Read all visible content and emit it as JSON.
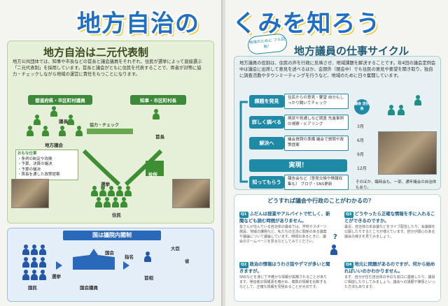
{
  "header": {
    "title_left": "地方自治のし",
    "title_right": "くみを知ろう"
  },
  "left_page": {
    "section_title": "地方自治は二元代表制",
    "intro": "地方公共団体では、知事や市長などの首長と議会議員をそれぞれ、住民が選挙によって直接選ぶ「二元代表制」を採用しています。首長と議会がともに住民を代表することで、両者が対等に協力・チェックしながら地域の運営に責任をもつことになります。",
    "council_banner": "都道府県・市区町村議員",
    "mayor_banner": "知事・市区町村長",
    "chair_label": "議長",
    "assembly_label": "地方議会",
    "cooperation_label": "協力・チェック",
    "mayor_label": "首長",
    "office_label": "役所",
    "election_label": "選挙",
    "residents_label": "住民",
    "duties_title": "おもな仕事",
    "duties": [
      "・条例の制定や改廃",
      "・予算、決算の議決",
      "・予算の議決",
      "・首長を通した政策提案"
    ],
    "national": {
      "banner": "国は議院内閣制",
      "citizens_label": "国民",
      "election_label": "選挙",
      "diet_members_label": "国会議員",
      "diet_label": "国会",
      "nominate_label": "指名",
      "pm_label": "首相",
      "minister_label": "大臣",
      "ministry_label": "省"
    }
  },
  "right_page": {
    "speech_bubble": "地域のために フル回転！",
    "section_title": "地方議員の仕事サイクル",
    "intro": "地方議員の役割は、住民の声を行政に反映させ、地域課題を解決することです。年4回の議会定例会中は議会に出席して意見を述べるほか、会期外（閉会中）でも住民の意見や要望を聞き取り、独自に調査活動やタウンミーティングを行うなど、地域のために日々奮闘しています。",
    "steps": [
      {
        "label": "課題を発見",
        "desc": "住民からの意見・要望 自分もしっかり聞いてチェック"
      },
      {
        "label": "詳しく調べる",
        "desc": "現状や見通しなど調査 先進事例の視察・ヒアリング"
      },
      {
        "label": "解決へ",
        "desc": "議会質問の準備 議会で質問や政策提案"
      }
    ],
    "realization": "実現！",
    "share_label": "知ってもらう",
    "share_desc": "報告会など（意見交換や情報収集も） ブログ・SNS更新",
    "session_badge": "議会 定例会",
    "months": [
      "3月",
      "6月",
      "9月",
      "12月"
    ],
    "note": "そのほか、臨時会も、一部、通年議会の自治体もあり。",
    "qa_title": "どうすれば議会や行政のことがわかるの？",
    "qa": [
      {
        "tag": "Q1",
        "q": "ふだんは授業やアルバイトで忙しく、新聞なども読む時間がありません。",
        "a": "皆さんが住んでいる自治体の議会では、学校やスポーツ施設、地域の課題など、私たちの生活に関係のある議案や議論について議論しています。時間のあるときに、議会のホームページを見るなどしてみてください。"
      },
      {
        "tag": "Q2",
        "q": "政治の情報はうわさ話やデマが多いと聞きますが。",
        "a": "SNSなどを通じて不確かな情報が拡散されることがあります。発信者の情報源を確かめ、複数の情報を比較するなどして、正確な情報を見極めることが大切です。"
      },
      {
        "tag": "Q3",
        "q": "どうやったら正確な情報を手に入れることができるのですか。",
        "a": "最近、自治体の本会議などをライブ配信したり、会議録を公開したりするところが増えています。自分が関心のある議会の様子を見てみましょう。"
      },
      {
        "tag": "Q4",
        "q": "地元に問題があるのですが、何から始めればいいのかわかりません。",
        "a": "まず、自分が住む自治体の手近な窓口に連絡したり、議員に相談したりしてみましょう。議会への請願や陳情といった方法もあります。"
      }
    ]
  }
}
